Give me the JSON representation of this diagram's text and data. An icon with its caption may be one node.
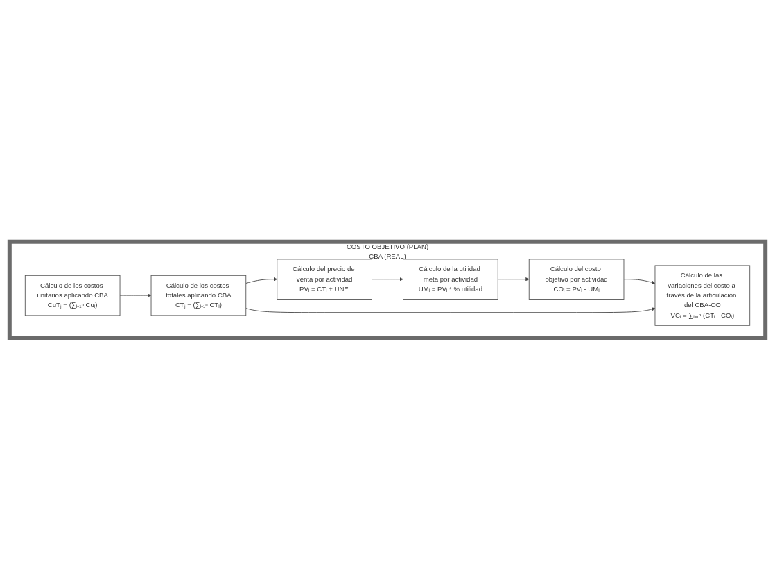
{
  "diagram": {
    "nodes": [
      {
        "text": [
          "COSTO OBJETIVO (PLAN)",
          "CBA (REAL)"
        ]
      },
      {
        "text": [
          "Cálculo de los costos unitarios aplicando CBA",
          "CuTⱼ = (∑ᵢ₌₁ⁿ Cuᵢ)"
        ],
        "in": 0
      },
      {
        "text": [
          "Cálculo de los costos totales aplicando CBA",
          "CTⱼ = (∑ᵢ₌₁ⁿ CTᵢ)"
        ],
        "in": 0
      },
      {
        "text": [
          "Cálculo del precio de venta por actividad",
          "PVᵢ = CTᵢ + UNEᵢ"
        ],
        "in": 0
      },
      {
        "text": [
          "Cálculo de la utilidad meta por actividad",
          "UMᵢ = PVᵢ * % utilidad"
        ],
        "in": 0
      },
      {
        "text": [
          "Cálculo del costo objetivo por actividad",
          "COᵢ = PVᵢ - UMᵢ"
        ],
        "in": 0
      },
      {
        "text": [
          "Cálculo de las variaciones del costo a través de la articulación del CBA-CO",
          "VCᵢ = ∑ᵢ₌₁ⁿ (CTᵢ - COᵢ)"
        ],
        "in": 0
      }
    ],
    "edges": [
      {
        "from": 1,
        "to": 2,
        "arrow": "to"
      },
      {
        "from": 2,
        "to": 3,
        "arrow": "to"
      },
      {
        "from": 3,
        "to": 4,
        "arrow": "to"
      },
      {
        "from": 4,
        "to": 5,
        "arrow": "to"
      },
      {
        "from": 5,
        "to": 6,
        "arrow": "to"
      },
      {
        "from": 2,
        "to": 6,
        "arrow": "to"
      }
    ]
  }
}
